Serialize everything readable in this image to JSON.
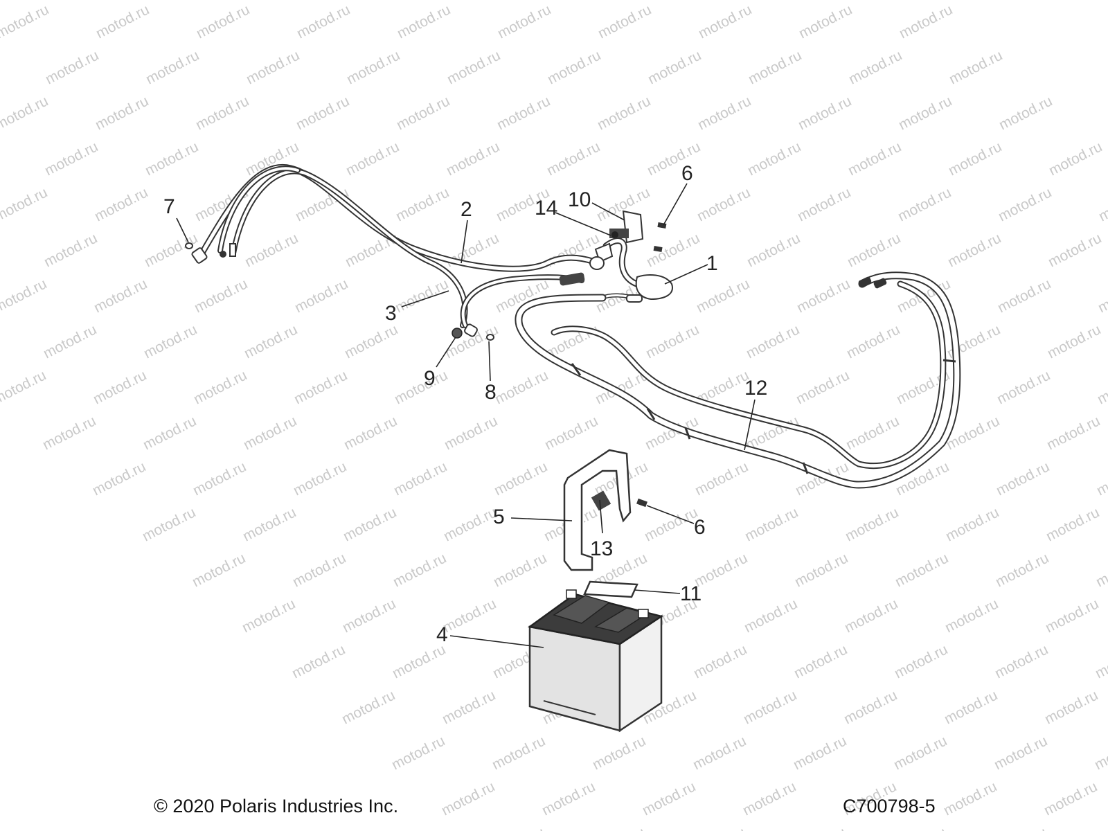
{
  "watermark": {
    "text": "motod.ru"
  },
  "callouts": [
    {
      "id": "1",
      "label": "1"
    },
    {
      "id": "2",
      "label": "2"
    },
    {
      "id": "3",
      "label": "3"
    },
    {
      "id": "4",
      "label": "4"
    },
    {
      "id": "5",
      "label": "5"
    },
    {
      "id": "6a",
      "label": "6"
    },
    {
      "id": "6b",
      "label": "6"
    },
    {
      "id": "7",
      "label": "7"
    },
    {
      "id": "8",
      "label": "8"
    },
    {
      "id": "9",
      "label": "9"
    },
    {
      "id": "10",
      "label": "10"
    },
    {
      "id": "11",
      "label": "11"
    },
    {
      "id": "12",
      "label": "12"
    },
    {
      "id": "13",
      "label": "13"
    },
    {
      "id": "14",
      "label": "14"
    }
  ],
  "footer": {
    "copyright": "© 2020 Polaris Industries Inc.",
    "figure_code": "C700798-5"
  },
  "colors": {
    "line": "#333333",
    "battery_body": "#e3e3e3",
    "battery_top": "#3c3c3c",
    "watermark": "#c9c9c9"
  }
}
